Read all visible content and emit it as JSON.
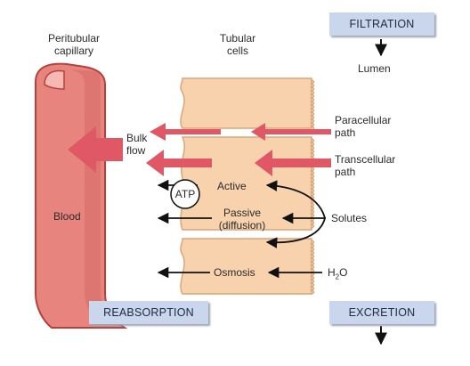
{
  "labels": {
    "peritubular_line1": "Peritubular",
    "peritubular_line2": "capillary",
    "tubular_line1": "Tubular",
    "tubular_line2": "cells",
    "lumen": "Lumen",
    "blood": "Blood",
    "bulk_line1": "Bulk",
    "bulk_line2": "flow",
    "paracellular_line1": "Paracellular",
    "paracellular_line2": "path",
    "transcellular_line1": "Transcellular",
    "transcellular_line2": "path",
    "atp": "ATP",
    "active": "Active",
    "passive_line1": "Passive",
    "passive_line2": "(diffusion)",
    "solutes": "Solutes",
    "osmosis": "Osmosis",
    "h2o_h": "H",
    "h2o_sub": "2",
    "h2o_o": "O"
  },
  "boxes": {
    "filtration": "FILTRATION",
    "reabsorption": "REABSORPTION",
    "excretion": "EXCRETION"
  },
  "colors": {
    "capillary_fill": "#e8847e",
    "capillary_outline": "#b8403c",
    "capillary_highlight": "#f6b8b2",
    "cell_fill": "#f7d2ad",
    "cell_outline": "#d9a679",
    "red_arrow": "#e05766",
    "box_fill": "#c9d6ec"
  }
}
